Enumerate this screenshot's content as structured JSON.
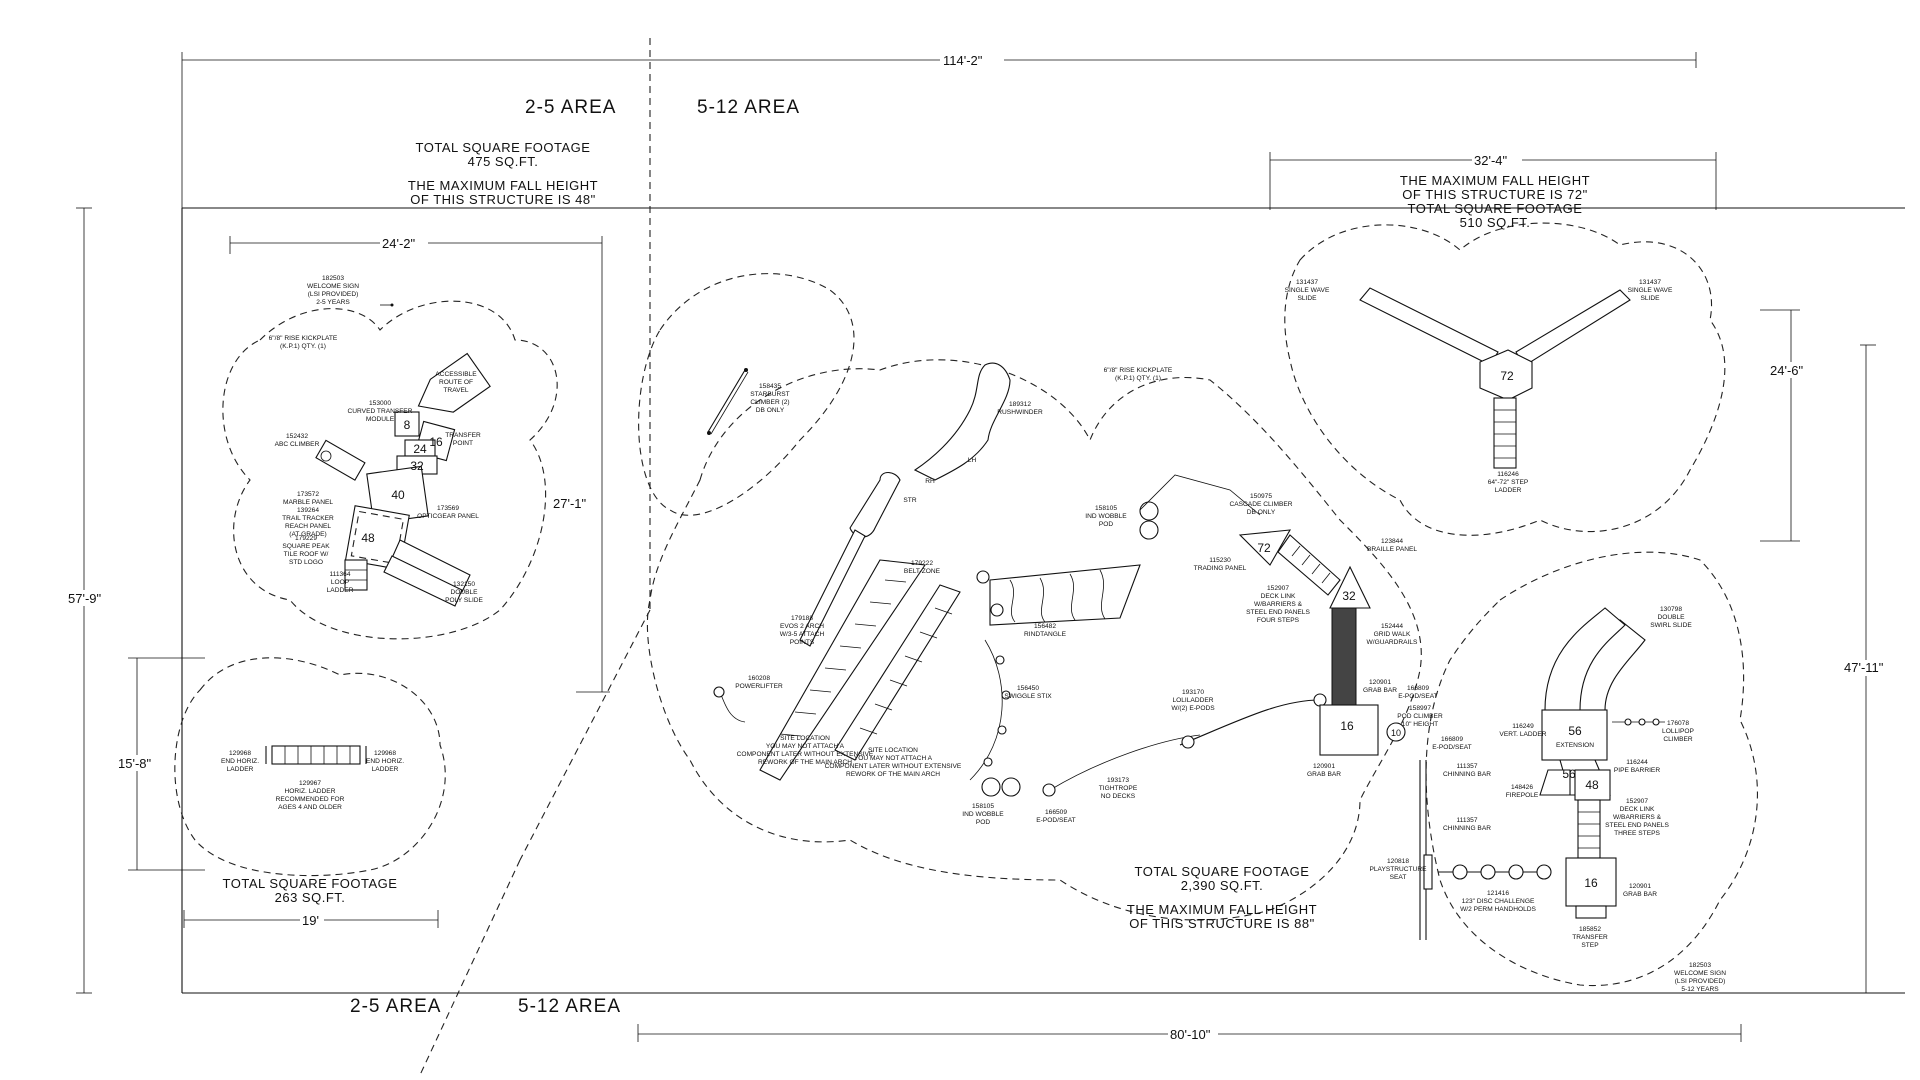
{
  "areas": {
    "top_left": "2-5 AREA",
    "top_right": "5-12 AREA",
    "bottom_left": "2-5 AREA",
    "bottom_right": "5-12 AREA"
  },
  "dimensions": {
    "overall_width": "114'-2\"",
    "overall_height": "57'-9\"",
    "zone_a_width": "24'-2\"",
    "zone_a_height": "27'-1\"",
    "zone_b_width": "19'",
    "zone_b_height": "15'-8\"",
    "zone_c_width": "32'-4\"",
    "zone_c_height": "24'-6\"",
    "main_width": "80'-10\"",
    "main_height": "47'-11\""
  },
  "notes": {
    "zone_a_sqft_1": "TOTAL SQUARE FOOTAGE",
    "zone_a_sqft_2": "475 SQ.FT.",
    "zone_a_fall_1": "THE MAXIMUM FALL HEIGHT",
    "zone_a_fall_2": "OF THIS STRUCTURE IS 48\"",
    "zone_c_fall_1": "THE MAXIMUM FALL HEIGHT",
    "zone_c_fall_2": "OF THIS STRUCTURE IS 72\"",
    "zone_c_sqft_1": "TOTAL SQUARE FOOTAGE",
    "zone_c_sqft_2": "510 SQ.FT.",
    "zone_b_sqft_1": "TOTAL SQUARE FOOTAGE",
    "zone_b_sqft_2": "263 SQ.FT.",
    "main_sqft_1": "TOTAL SQUARE FOOTAGE",
    "main_sqft_2": "2,390 SQ.FT.",
    "main_fall_1": "THE MAXIMUM FALL HEIGHT",
    "main_fall_2": "OF THIS STRUCTURE IS 88\""
  },
  "labels": {
    "welcome_a": [
      "182503",
      "WELCOME SIGN",
      "(LSI PROVIDED)",
      "2-5 YEARS"
    ],
    "kickplate_a": [
      "6\"/8\" RISE KICKPLATE",
      "(K.P.1) QTY. (1)"
    ],
    "accessible": [
      "ACCESSIBLE",
      "ROUTE OF",
      "TRAVEL"
    ],
    "curved_transfer": [
      "153000",
      "CURVED TRANSFER",
      "MODULE"
    ],
    "transfer_point": [
      "TRANSFER",
      "POINT"
    ],
    "abc_climber": [
      "152432",
      "ABC CLIMBER"
    ],
    "marble_panel": [
      "173572",
      "MARBLE PANEL",
      "139264",
      "TRAIL TRACKER",
      "REACH PANEL",
      "(AT GRADE)"
    ],
    "opticgear": [
      "173569",
      "OPTICGEAR PANEL"
    ],
    "square_peak": [
      "179229",
      "SQUARE PEAK",
      "TILE ROOF W/",
      "STD LOGO"
    ],
    "loop_ladder": [
      "111364",
      "LOOP",
      "LADDER"
    ],
    "double_poly": [
      "132150",
      "DOUBLE",
      "POLY SLIDE"
    ],
    "end_horiz_left": [
      "129968",
      "END HORIZ.",
      "LADDER"
    ],
    "end_horiz_right": [
      "129968",
      "END HORIZ.",
      "LADDER"
    ],
    "horiz_ladder": [
      "129967",
      "HORIZ. LADDER",
      "RECOMMENDED FOR",
      "AGES 4 AND OLDER"
    ],
    "starburst": [
      "158435",
      "STARBURST",
      "CLIMBER (2)",
      "DB ONLY"
    ],
    "rushwinder": [
      "189312",
      "RUSHWINDER"
    ],
    "kickplate_b": [
      "6\"/8\" RISE KICKPLATE",
      "(K.P.1) QTY. (1)"
    ],
    "belt_zone": [
      "179222",
      "BELT-ZONE"
    ],
    "evos_arch": [
      "179188",
      "EVOS 2 ARCH",
      "W/3-5 ATTACH",
      "POINTS"
    ],
    "rindtangle": [
      "156482",
      "RINDTANGLE"
    ],
    "powerlifter": [
      "160208",
      "POWERLIFTER"
    ],
    "site_location_1": [
      "SITE LOCATION",
      "YOU MAY NOT ATTACH A",
      "COMPONENT LATER WITHOUT EXTENSIVE",
      "REWORK OF THE MAIN ARCH"
    ],
    "site_location_2": [
      "SITE LOCATION",
      "YOU MAY NOT ATTACH A",
      "COMPONENT LATER WITHOUT EXTENSIVE",
      "REWORK OF THE MAIN ARCH"
    ],
    "swiggle_stix": [
      "156450",
      "SWIGGLE STIX"
    ],
    "ind_wobble_pod_a": [
      "158105",
      "IND WOBBLE",
      "POD"
    ],
    "ind_wobble_pod_b": [
      "158105",
      "IND WOBBLE",
      "POD"
    ],
    "epod_a": [
      "166509",
      "E-POD/SEAT"
    ],
    "tightrope": [
      "193173",
      "TIGHTROPE",
      "NO DECKS"
    ],
    "loli_ladder": [
      "193170",
      "LOLILADDER",
      "W/(2) E-PODS"
    ],
    "cascade": [
      "150975",
      "CASCADE CLIMBER",
      "DB ONLY"
    ],
    "trading_panel": [
      "115230",
      "TRADING PANEL"
    ],
    "braille": [
      "123844",
      "BRAILLE PANEL"
    ],
    "deck_link_4": [
      "152907",
      "DECK LINK",
      "W/BARRIERS &",
      "STEEL END PANELS",
      "FOUR STEPS"
    ],
    "grid_walk": [
      "152444",
      "GRID WALK",
      "W/GUARDRAILS"
    ],
    "grab_bar_a": [
      "120901",
      "GRAB BAR"
    ],
    "grab_bar_b": [
      "120901",
      "GRAB BAR"
    ],
    "grab_bar_c": [
      "120901",
      "GRAB BAR"
    ],
    "epod_b": [
      "166809",
      "E-POD/SEAT"
    ],
    "pod_climber": [
      "158997",
      "POD CLIMBER",
      "10\" HEIGHT"
    ],
    "epod_c": [
      "166809",
      "E-POD/SEAT"
    ],
    "chinning_a": [
      "111357",
      "CHINNING BAR"
    ],
    "chinning_b": [
      "111357",
      "CHINNING BAR"
    ],
    "playstructure_seat": [
      "120818",
      "PLAYSTRUCTURE",
      "SEAT"
    ],
    "disc_challenge": [
      "121416",
      "123\" DISC CHALLENGE",
      "W/2 PERM HANDHOLDS"
    ],
    "single_wave_l": [
      "131437",
      "SINGLE WAVE",
      "SLIDE"
    ],
    "single_wave_r": [
      "131437",
      "SINGLE WAVE",
      "SLIDE"
    ],
    "step_ladder": [
      "116246",
      "64\"-72\" STEP",
      "LADDER"
    ],
    "double_swirl": [
      "130798",
      "DOUBLE",
      "SWIRL SLIDE"
    ],
    "vert_ladder": [
      "116249",
      "VERT. LADDER"
    ],
    "extension": [
      "EXTENSION"
    ],
    "lollipop": [
      "176078",
      "LOLLIPOP",
      "CLIMBER"
    ],
    "pipe_barrier": [
      "116244",
      "PIPE BARRIER"
    ],
    "firepole": [
      "148426",
      "FIREPOLE"
    ],
    "deck_link_3": [
      "152907",
      "DECK LINK",
      "W/BARRIERS &",
      "STEEL END PANELS",
      "THREE STEPS"
    ],
    "transfer_step": [
      "185852",
      "TRANSFER",
      "STEP"
    ],
    "welcome_b": [
      "182503",
      "WELCOME SIGN",
      "(LSI PROVIDED)",
      "5-12 YEARS"
    ]
  },
  "deck_heights": {
    "a_8": "8",
    "a_16": "16",
    "a_24": "24",
    "a_32": "32",
    "a_40": "40",
    "a_48": "48",
    "m_72": "72",
    "m_32": "32",
    "m_16": "16",
    "m_10": "10",
    "c_72": "72",
    "r_56a": "56",
    "r_56b": "56",
    "r_48": "48",
    "r_16": "16"
  },
  "structure_marks": {
    "rh": "RH",
    "lh": "LH",
    "str": "STR"
  }
}
